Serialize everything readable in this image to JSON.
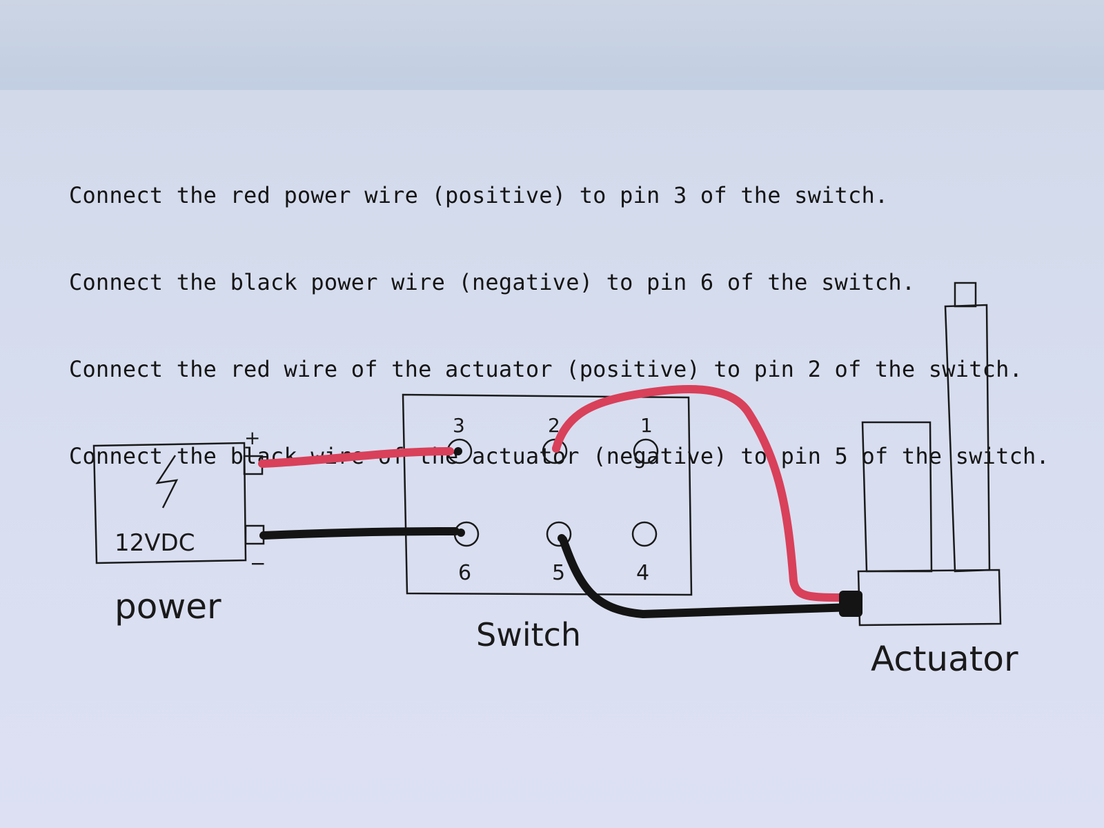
{
  "instructions": [
    "Connect the red power wire (positive) to pin 3 of the switch.",
    "Connect the black power wire (negative) to pin 6 of the switch.",
    "Connect the red wire of the actuator (positive) to pin 2 of the switch.",
    "Connect the black wire of the actuator (negative) to pin 5 of the switch."
  ],
  "power": {
    "caption": "power",
    "voltage": "12VDC",
    "positive_mark": "+",
    "negative_mark": "−"
  },
  "switch": {
    "caption": "Switch",
    "pins": {
      "p1": "1",
      "p2": "2",
      "p3": "3",
      "p4": "4",
      "p5": "5",
      "p6": "6"
    }
  },
  "actuator": {
    "caption": "Actuator"
  },
  "colors": {
    "red_wire": "#d9405a",
    "black_wire": "#141414",
    "ink": "#1a1a1a"
  }
}
